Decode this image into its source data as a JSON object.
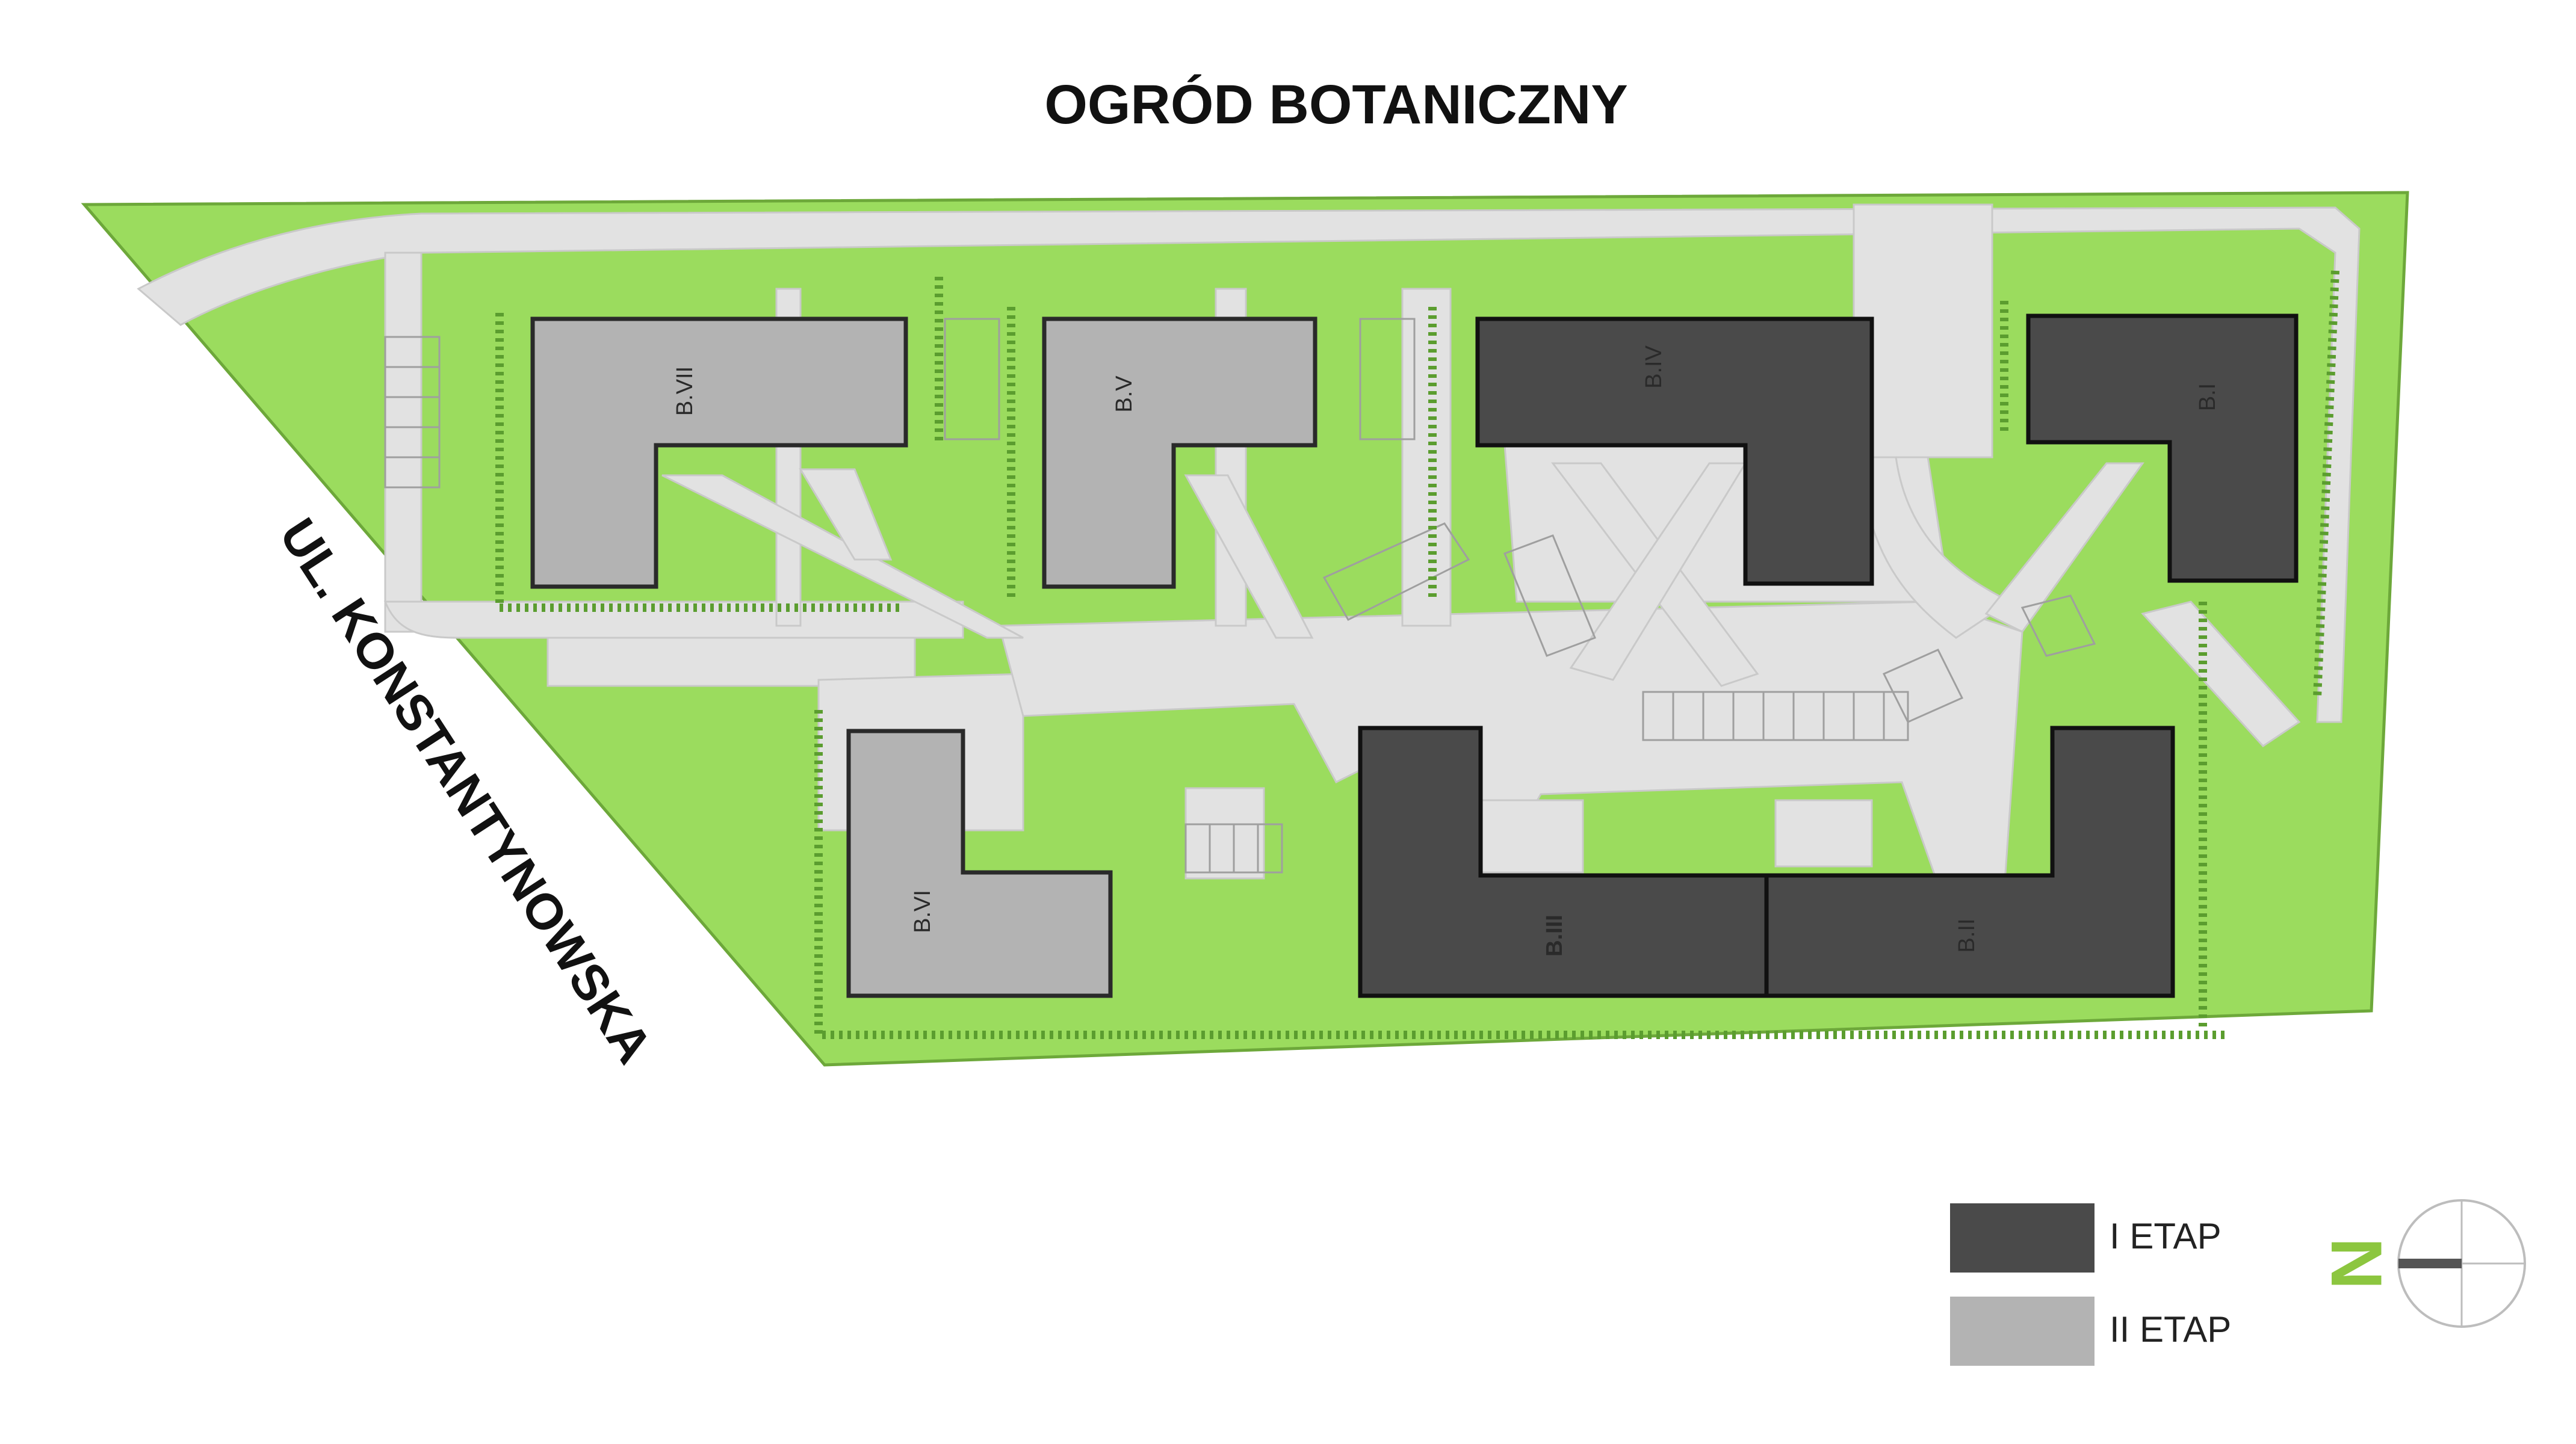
{
  "map": {
    "top_label": "OGRÓD BOTANICZNY",
    "side_label": "UL. KONSTANTYNOWSKA",
    "buildings": {
      "b1": "B.I",
      "b2": "B.II",
      "b3": "B.III",
      "b4": "B.IV",
      "b5": "B.V",
      "b6": "B.VI",
      "b7": "B.VII"
    },
    "compass": {
      "letter": "N"
    }
  },
  "legend": {
    "stage1": {
      "label": "I ETAP",
      "color": "#4a4a4a"
    },
    "stage2": {
      "label": "II ETAP",
      "color": "#b3b3b3"
    }
  },
  "colors": {
    "lawn": "#8fd84f",
    "pavement": "#e2e2e2",
    "accent": "#8cc63f"
  }
}
